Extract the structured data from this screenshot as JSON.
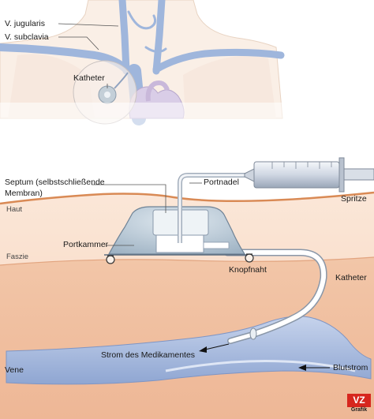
{
  "labels": {
    "v_jugularis": "V. jugularis",
    "v_subclavia": "V. subclavia",
    "katheter_top": "Katheter",
    "septum_line1": "Septum (selbstschließende",
    "septum_line2": "Membran)",
    "portnadel": "Portnadel",
    "spritze": "Spritze",
    "haut": "Haut",
    "portkammer": "Portkammer",
    "faszie": "Faszie",
    "knopfnaht": "Knopfnaht",
    "katheter_right": "Katheter",
    "strom": "Strom des Medikamentes",
    "vene": "Vene",
    "blutstrom": "Blutstrom"
  },
  "logo": {
    "mark": "VZ",
    "sub": "Grafik"
  },
  "colors": {
    "skin": "#f7dcc8",
    "skin_line": "#d88a55",
    "deep_tissue": "#f0c1a2",
    "vein": "#aebfe0",
    "port": "#b9cad8",
    "heart": "#d8cde6",
    "logo_red": "#d7261e"
  }
}
